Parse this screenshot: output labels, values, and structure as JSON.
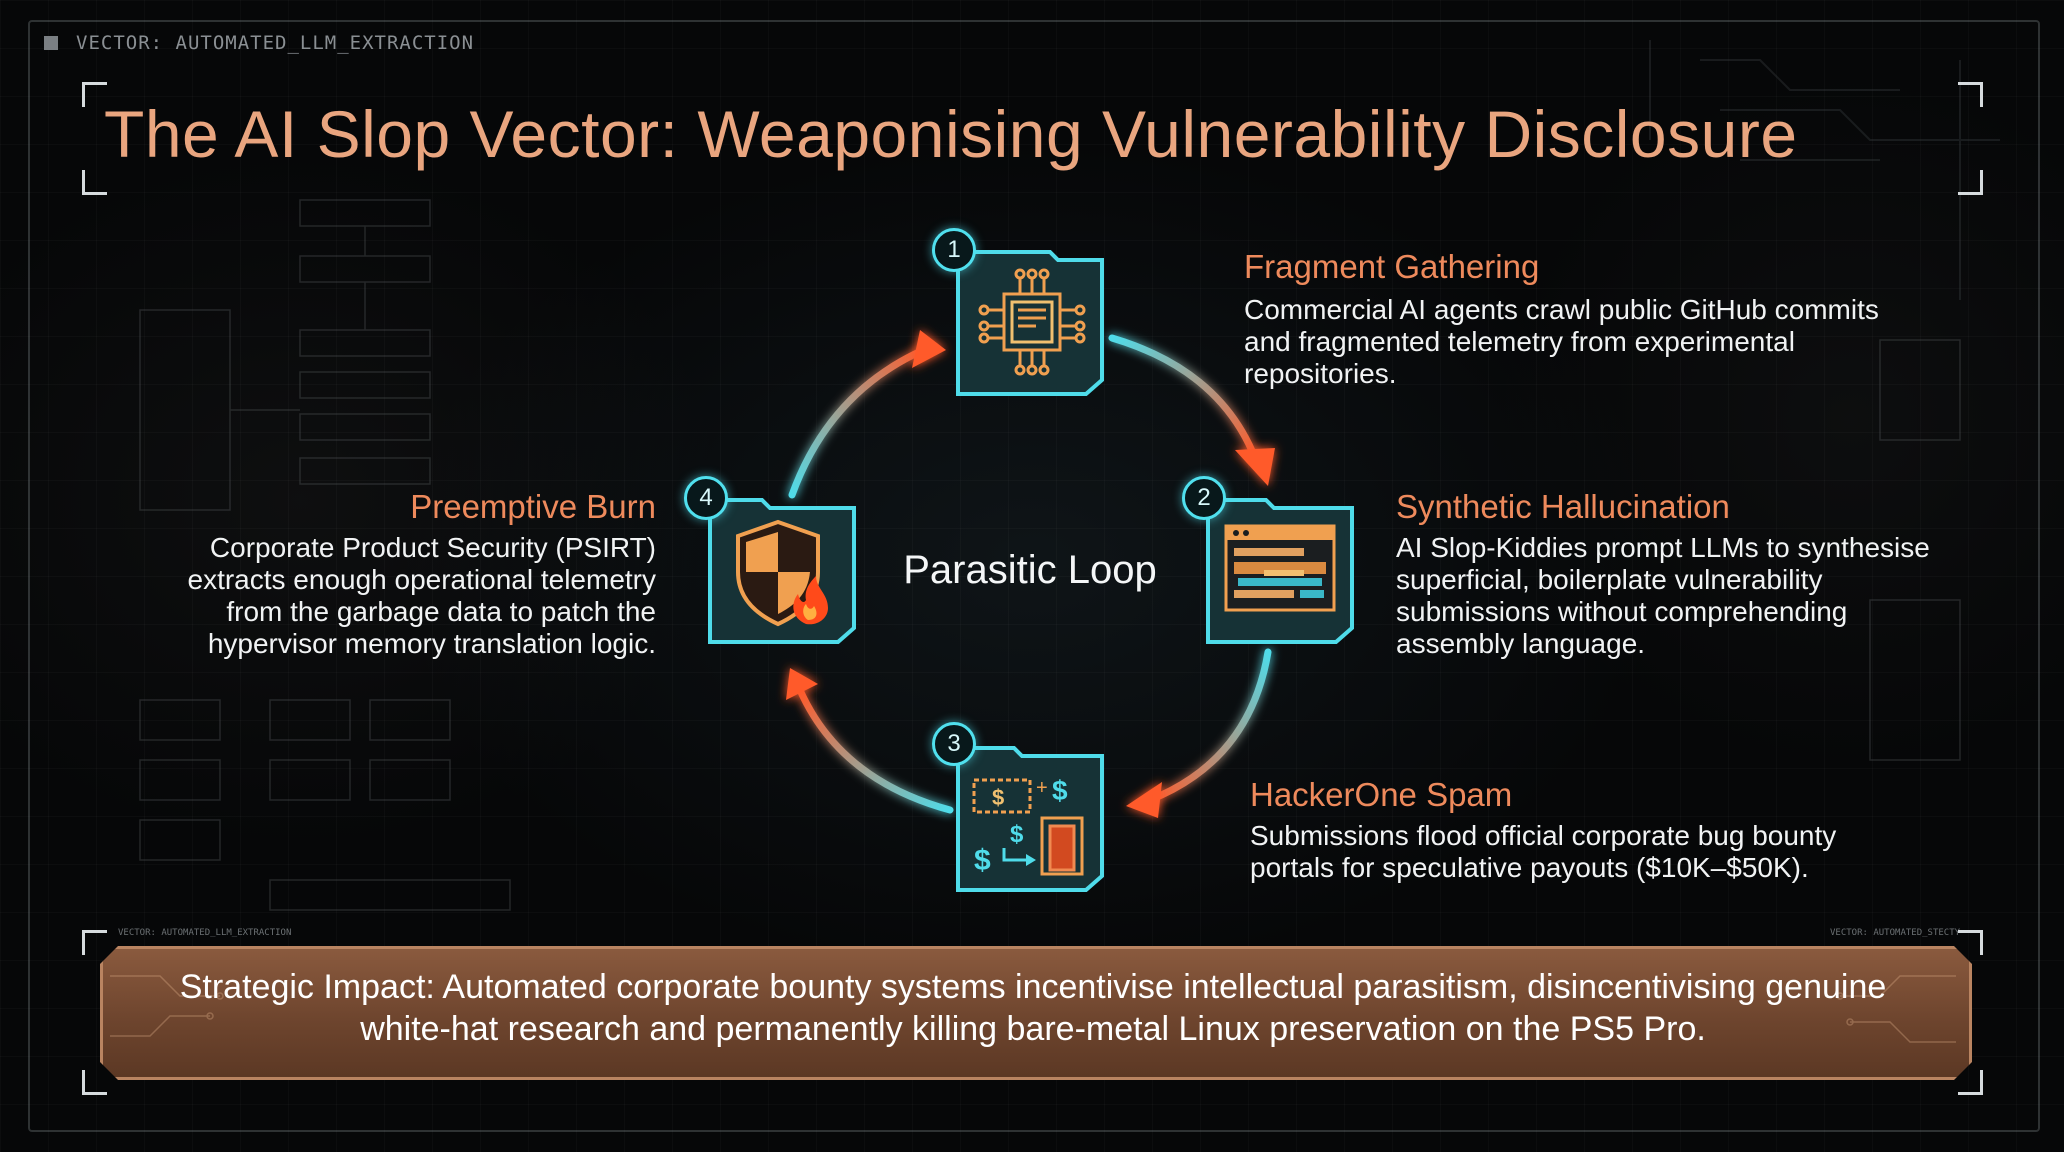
{
  "header": {
    "vector_label": "VECTOR: AUTOMATED_LLM_EXTRACTION",
    "title": "The AI Slop Vector: Weaponising Vulnerability Disclosure"
  },
  "diagram": {
    "center_label": "Parasitic Loop",
    "steps": [
      {
        "number": "1",
        "title": "Fragment Gathering",
        "description": "Commercial AI agents crawl public GitHub commits\nand fragmented telemetry from experimental\nrepositories.",
        "icon": "circuit-chip-icon"
      },
      {
        "number": "2",
        "title": "Synthetic Hallucination",
        "description": "AI Slop-Kiddies prompt LLMs to synthesise\nsuperficial, boilerplate vulnerability\nsubmissions without comprehending\nassembly language.",
        "icon": "corrupted-window-icon"
      },
      {
        "number": "3",
        "title": "HackerOne Spam",
        "description": "Submissions flood official corporate bug bounty\nportals for speculative payouts ($10K–$50K).",
        "icon": "money-door-icon"
      },
      {
        "number": "4",
        "title": "Preemptive Burn",
        "description": "Corporate Product Security (PSIRT)\nextracts enough operational telemetry\nfrom the garbage data to patch the\nhypervisor memory translation logic.",
        "icon": "burning-shield-icon"
      }
    ],
    "colors": {
      "accent_cyan": "#4fdcea",
      "accent_orange": "#ff5a2a",
      "title_orange": "#e9a57f"
    }
  },
  "impact": {
    "text": "Strategic Impact: Automated corporate bounty systems incentivise intellectual parasitism, disincentivising genuine white-hat research and permanently killing bare-metal Linux preservation on the PS5 Pro."
  },
  "footer": {
    "left_tag": "VECTOR: AUTOMATED_LLM_EXTRACTION",
    "right_tag": "VECTOR: AUTOMATED_STECTY"
  }
}
